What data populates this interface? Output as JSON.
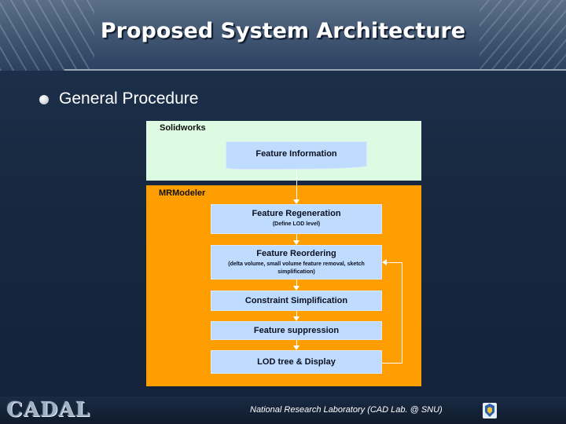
{
  "header": {
    "title": "Proposed System Architecture"
  },
  "content": {
    "bullet_text": "General Procedure"
  },
  "diagram": {
    "solidworks_label": "Solidworks",
    "mrmodeler_label": "MRModeler",
    "nodes": {
      "feature_information": "Feature Information",
      "feature_regeneration": "Feature Regeneration",
      "feature_regeneration_note": "(Define LOD level)",
      "feature_reordering": "Feature Reordering",
      "feature_reordering_note": "(delta volume, small volume feature removal, sketch simplification)",
      "constraint_simplification": "Constraint Simplification",
      "feature_suppression": "Feature suppression",
      "lod_tree_display": "LOD tree & Display"
    },
    "colors": {
      "solidworks_panel": "#ddfbe2",
      "mrmodeler_panel": "#ff9e00",
      "node_fill": "#bfdcff"
    }
  },
  "footer": {
    "logo_text": "CADAL",
    "lab_text": "National Research Laboratory (CAD Lab. @ SNU)",
    "icon": "snu-emblem-icon"
  }
}
